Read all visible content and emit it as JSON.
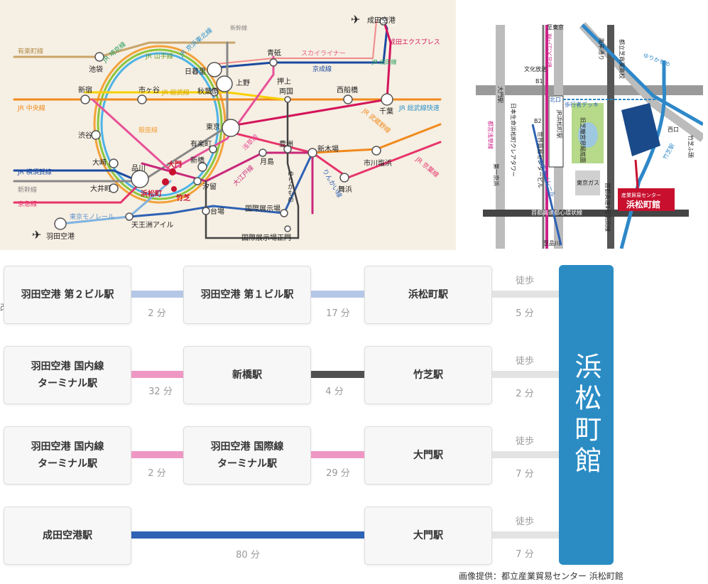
{
  "rail_map": {
    "stations": {
      "narita": "成田空港",
      "haneda": "羽田空港",
      "ikebukuro": "池袋",
      "nippori": "日暮里",
      "aoto": "青砥",
      "shinjuku": "新宿",
      "ichigaya": "市ヶ谷",
      "akihabara": "秋葉原",
      "ueno": "上野",
      "oshiage": "押上",
      "ryogoku": "両国",
      "nishifunabashi": "西船橋",
      "chiba": "千葉",
      "shibuya": "渋谷",
      "tokyo": "東京",
      "yurakucho": "有楽町",
      "shinbashi": "新橋",
      "osaki": "大崎",
      "shinagawa": "品川",
      "ooimachi": "大井町",
      "daimon": "大門",
      "hamamatsucho": "浜松町",
      "takeshiba": "竹芝",
      "shiodome": "汐留",
      "tsukishima": "月島",
      "toyosu": "豊洲",
      "shinkiba": "新木場",
      "ichikawashiohama": "市川塩浜",
      "maihama": "舞浜",
      "daiba": "台場",
      "kokusai": "国際展示場",
      "kokusai_seimon": "国際展示場正門",
      "tennozu": "天王洲アイル"
    },
    "lines": {
      "yurakucho": "有楽町線",
      "jr_saikyo": "JR 埼京線",
      "jr_yamanote": "JR 山手線",
      "jr_keihin": "JR 京浜東北線",
      "shinkansen_top": "新幹線",
      "skyliner": "スカイライナー",
      "keisei": "京成線",
      "narita_express": "成田エクスプレス",
      "jr_narita": "JR 成田線",
      "jr_chuo": "JR 中央線",
      "jr_sobu": "JR 総武線",
      "jr_sobu_rapid": "JR 総武線快速",
      "ginza": "銀座線",
      "jr_musashino": "JR 武蔵野線",
      "asakusa": "浅草線",
      "oedo": "大江戸線",
      "yurikamome": "ゆりかもめ",
      "rinkai": "りんかい線",
      "jr_keiyo": "JR 京葉線",
      "jr_yokosuka": "JR 横須賀線",
      "shinkansen": "新幹線",
      "keikyu": "京急線",
      "monorail": "東京モノレール"
    }
  },
  "area_map": {
    "labels": {
      "shitokyo": "至東京",
      "oedo": "都営大江戸線",
      "kaigan": "海岸通り",
      "toritsu_school": "都立芝商業高校",
      "yurikamome": "ゆりかもめ",
      "bunka": "文化放送",
      "b1": "B1",
      "daimon_sta": "大門駅",
      "kitaguchi": "北口",
      "deck": "歩行者デッキ",
      "nissei": "日本生命浜松町クレアタワー",
      "b2": "B2",
      "wtc": "世界貿易センタービル",
      "jr_hamamatsucho": "JR浜松町駅",
      "kyushiba": "旧芝離宮恩賜庭園",
      "nishiguchi": "西口",
      "takeshiba_pier": "竹芝ふ頭",
      "asakusa_line": "都営浅草線",
      "monorail": "東京モノレール",
      "takeshiba_sta": "竹芝駅",
      "tokyo_gas": "東京ガス",
      "daiichi_keihin": "第一京浜",
      "shutoko_loop": "首都高速都心環状線",
      "shutoko_haneda": "首都高速1号羽田線",
      "center_sub": "産業貿易センター",
      "center_name": "浜松町館",
      "shishinagawa": "至品川"
    }
  },
  "routes": [
    {
      "stops": [
        "羽田空港 第２ビル駅",
        "羽田空港 第１ビル駅",
        "浜松町駅"
      ],
      "segments": [
        {
          "minutes": "2 分",
          "color": "#b5c7e6"
        },
        {
          "minutes": "17 分",
          "color": "#b5c7e6"
        }
      ],
      "walk": "5 分"
    },
    {
      "stops": [
        "羽田空港 国内線\nターミナル駅",
        "新橋駅",
        "竹芝駅"
      ],
      "segments": [
        {
          "minutes": "32 分",
          "color": "#ef97c4"
        },
        {
          "minutes": "4 分",
          "color": "#505050"
        }
      ],
      "walk": "2 分"
    },
    {
      "stops": [
        "羽田空港 国内線\nターミナル駅",
        "羽田空港 国際線\nターミナル駅",
        "大門駅"
      ],
      "segments": [
        {
          "minutes": "2 分",
          "color": "#ef97c4"
        },
        {
          "minutes": "29 分",
          "color": "#ef97c4"
        }
      ],
      "walk": "7 分"
    },
    {
      "stops": [
        "成田空港駅",
        "大門駅"
      ],
      "segments": [
        {
          "minutes": "80 分",
          "color": "#2e62b4"
        }
      ],
      "walk": "7 分"
    }
  ],
  "walk_label": "徒歩",
  "destination": "浜松町館",
  "credit": "画像提供：都立産業貿易センター 浜松町館",
  "edge_glyph": "改"
}
